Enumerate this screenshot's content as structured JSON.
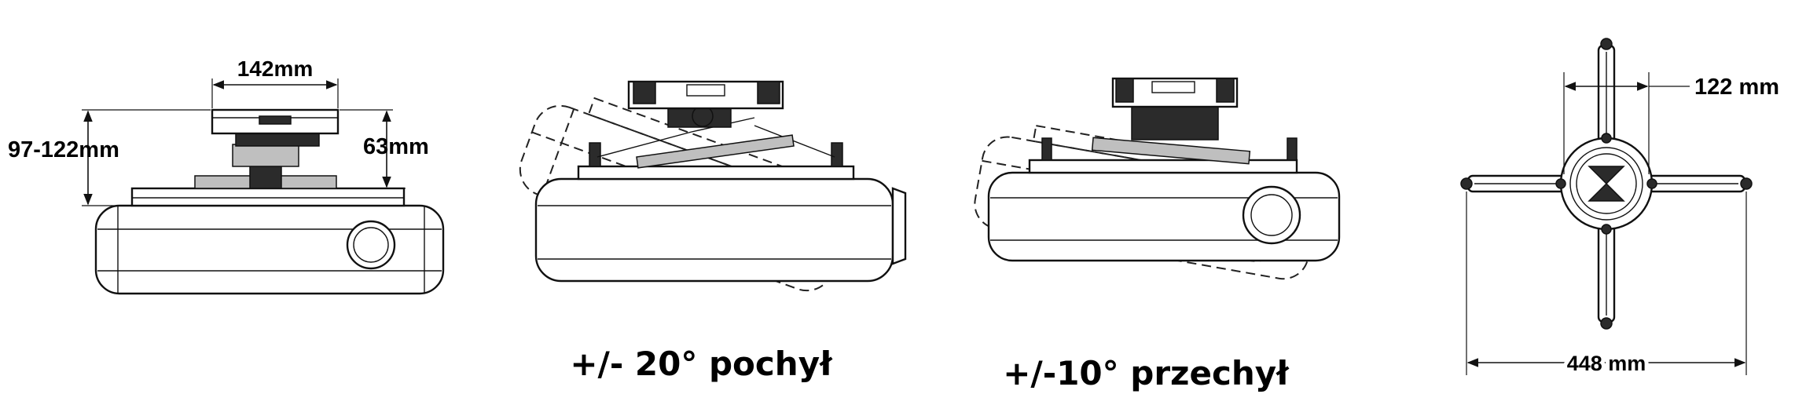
{
  "views": {
    "front": {
      "width_label": "142mm",
      "height_label": "97-122mm",
      "plate_label": "63mm"
    },
    "pitch": {
      "caption": "+/- 20° pochył"
    },
    "roll": {
      "caption": "+/-10° przechył"
    },
    "top": {
      "inner_label": "122 mm",
      "span_label": "448 mm"
    }
  }
}
